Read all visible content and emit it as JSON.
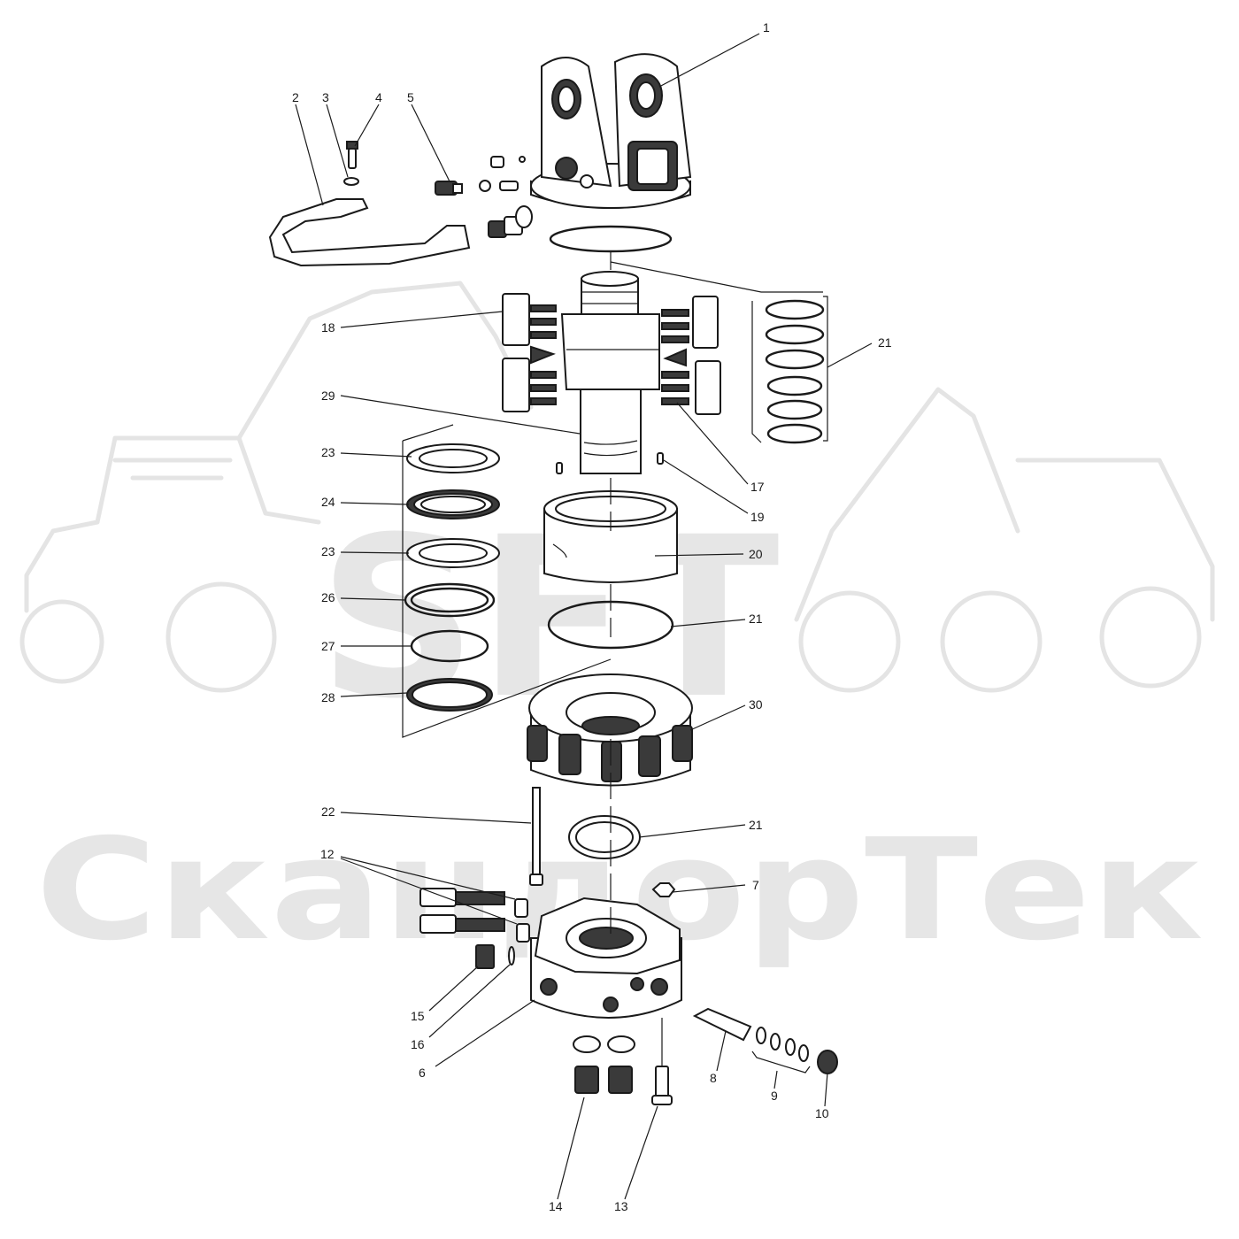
{
  "watermark": {
    "logo_text": "SFT",
    "brand_text": "СкандорТек",
    "color": "#e6e6e6"
  },
  "callouts": [
    {
      "label": "1"
    },
    {
      "label": "2"
    },
    {
      "label": "3"
    },
    {
      "label": "4"
    },
    {
      "label": "5"
    },
    {
      "label": "18"
    },
    {
      "label": "21"
    },
    {
      "label": "29"
    },
    {
      "label": "17"
    },
    {
      "label": "23"
    },
    {
      "label": "24"
    },
    {
      "label": "23"
    },
    {
      "label": "19"
    },
    {
      "label": "20"
    },
    {
      "label": "26"
    },
    {
      "label": "21"
    },
    {
      "label": "27"
    },
    {
      "label": "28"
    },
    {
      "label": "30"
    },
    {
      "label": "22"
    },
    {
      "label": "21"
    },
    {
      "label": "12"
    },
    {
      "label": "7"
    },
    {
      "label": "15"
    },
    {
      "label": "16"
    },
    {
      "label": "6"
    },
    {
      "label": "8"
    },
    {
      "label": "9"
    },
    {
      "label": "10"
    },
    {
      "label": "14"
    },
    {
      "label": "13"
    }
  ],
  "colors": {
    "ink": "#1a1a1a",
    "watermark": "#e6e6e6",
    "background": "#ffffff"
  }
}
